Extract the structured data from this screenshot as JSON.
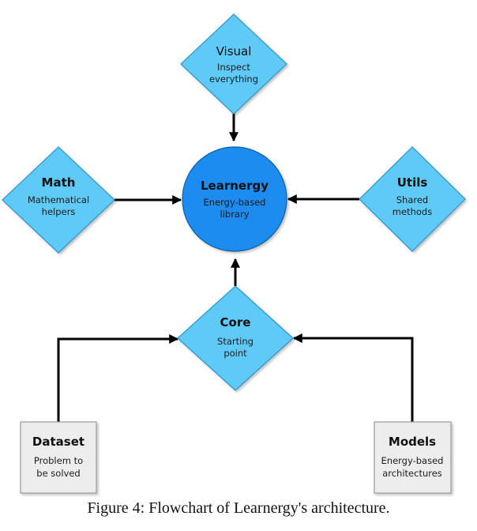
{
  "nodes": {
    "visual": {
      "title": "Visual",
      "subtitle": [
        "Inspect",
        "everything"
      ],
      "fill": "#5ECAF7",
      "stroke": "#2E93C9"
    },
    "math": {
      "title": "Math",
      "subtitle": [
        "Mathematical",
        "helpers"
      ],
      "fill": "#5ECAF7",
      "stroke": "#2E93C9"
    },
    "learnergy": {
      "title": "Learnergy",
      "subtitle": [
        "Energy-based",
        "library"
      ],
      "fill": "#1A8CF0",
      "stroke": "#0F5E9E"
    },
    "utils": {
      "title": "Utils",
      "subtitle": [
        "Shared",
        "methods"
      ],
      "fill": "#5ECAF7",
      "stroke": "#2E93C9"
    },
    "core": {
      "title": "Core",
      "subtitle": [
        "Starting",
        "point"
      ],
      "fill": "#5ECAF7",
      "stroke": "#2E93C9"
    },
    "dataset": {
      "title": "Dataset",
      "subtitle": [
        "Problem to",
        "be solved"
      ],
      "fill": "#EDEDED",
      "stroke": "#9A9A9A"
    },
    "models": {
      "title": "Models",
      "subtitle": [
        "Energy-based",
        "architectures"
      ],
      "fill": "#EDEDED",
      "stroke": "#9A9A9A"
    }
  },
  "caption": "Figure 4: Flowchart of Learnergy's architecture."
}
